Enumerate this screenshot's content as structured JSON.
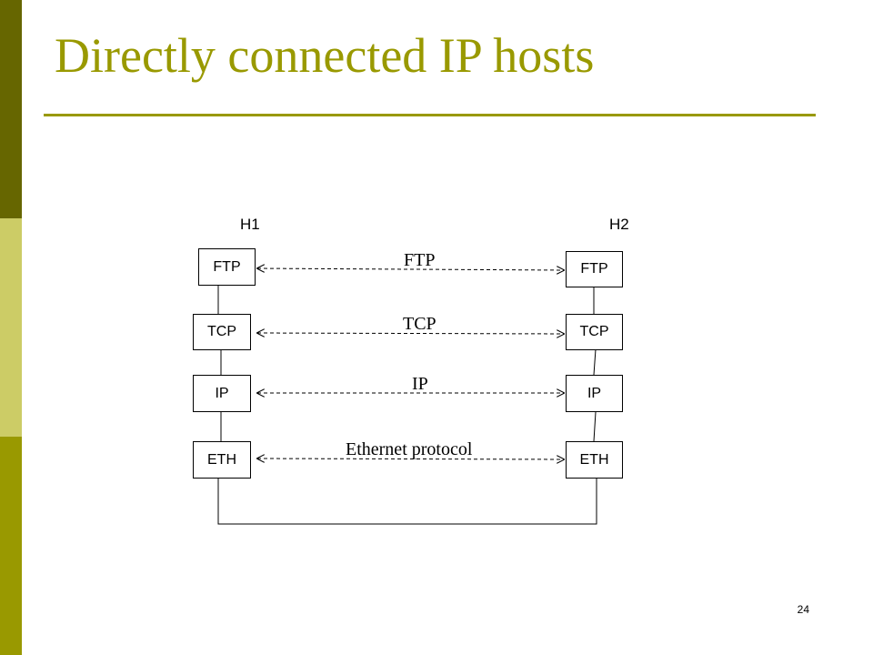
{
  "slide": {
    "title": "Directly connected IP hosts",
    "page_number": "24"
  },
  "colors": {
    "title": "#999900",
    "rule": "#999900",
    "sidebar_top": "#666600",
    "sidebar_middle": "#cccc66",
    "sidebar_bottom": "#999900"
  },
  "diagram": {
    "hosts": [
      {
        "label": "H1",
        "stack": [
          "FTP",
          "TCP",
          "IP",
          "ETH"
        ]
      },
      {
        "label": "H2",
        "stack": [
          "FTP",
          "TCP",
          "IP",
          "ETH"
        ]
      }
    ],
    "peer_links": [
      {
        "label": "FTP"
      },
      {
        "label": "TCP"
      },
      {
        "label": "IP"
      },
      {
        "label": "Ethernet protocol"
      }
    ]
  }
}
